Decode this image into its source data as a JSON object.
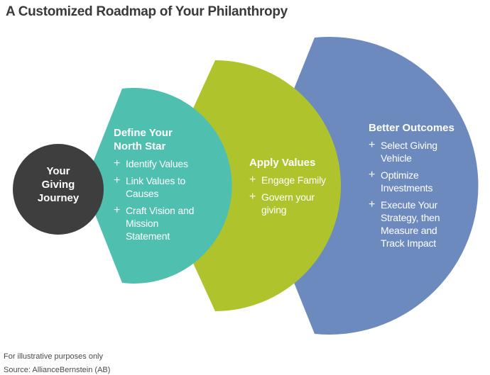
{
  "title": "A Customized Roadmap of Your Philanthropy",
  "colors": {
    "dark_circle": "#3E3E3E",
    "teal": "#4FBFB0",
    "green": "#AFC42C",
    "blue": "#6D8ABE",
    "title_text": "#3A3A3A",
    "footnote_text": "#4A4A4A",
    "stage_text": "#FFFFFF"
  },
  "bullet_glyph": "+",
  "center_circle": {
    "lines": {
      "0": "Your",
      "1": "Giving",
      "2": "Journey"
    }
  },
  "stages": {
    "define": {
      "title_lines": {
        "0": "Define Your",
        "1": "North Star"
      },
      "items": {
        "0": {
          "lines": {
            "0": "Identify Values"
          }
        },
        "1": {
          "lines": {
            "0": "Link Values to",
            "1": "Causes"
          }
        },
        "2": {
          "lines": {
            "0": "Craft Vision and",
            "1": "Mission",
            "2": "Statement"
          }
        }
      }
    },
    "apply": {
      "title_lines": {
        "0": "Apply Values"
      },
      "items": {
        "0": {
          "lines": {
            "0": "Engage Family"
          }
        },
        "1": {
          "lines": {
            "0": "Govern your",
            "1": "giving"
          }
        }
      }
    },
    "outcomes": {
      "title_lines": {
        "0": "Better Outcomes"
      },
      "items": {
        "0": {
          "lines": {
            "0": "Select Giving",
            "1": "Vehicle"
          }
        },
        "1": {
          "lines": {
            "0": "Optimize",
            "1": "Investments"
          }
        },
        "2": {
          "lines": {
            "0": "Execute Your",
            "1": "Strategy, then",
            "2": "Measure and",
            "3": "Track Impact"
          }
        }
      }
    }
  },
  "footnotes": {
    "illustrative": "For illustrative purposes only",
    "source": "Source: AllianceBernstein (AB)"
  }
}
